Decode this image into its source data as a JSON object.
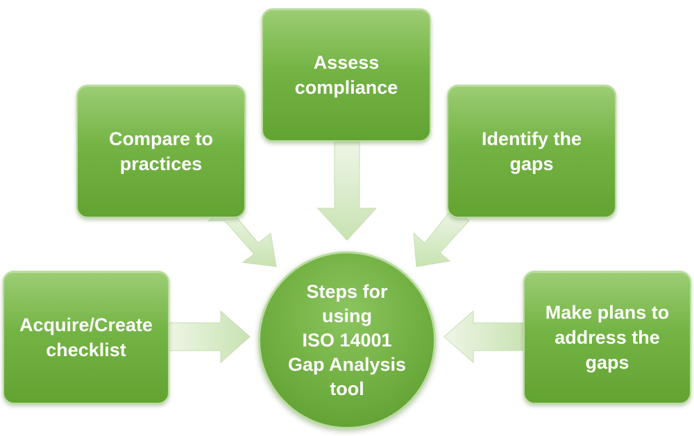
{
  "diagram": {
    "center": {
      "label": "Steps for\nusing\nISO 14001\nGap Analysis\ntool"
    },
    "steps": [
      {
        "id": "assess",
        "label": "Assess\ncompliance"
      },
      {
        "id": "compare",
        "label": "Compare to\npractices"
      },
      {
        "id": "identify",
        "label": "Identify the\ngaps"
      },
      {
        "id": "acquire",
        "label": "Acquire/Create\nchecklist"
      },
      {
        "id": "plans",
        "label": "Make plans to\naddress the\ngaps"
      }
    ],
    "colors": {
      "box_fill": "#74b445",
      "box_border": "#b9dc9e",
      "arrow_fill": "#d2e8c0",
      "text": "#ffffff"
    }
  }
}
